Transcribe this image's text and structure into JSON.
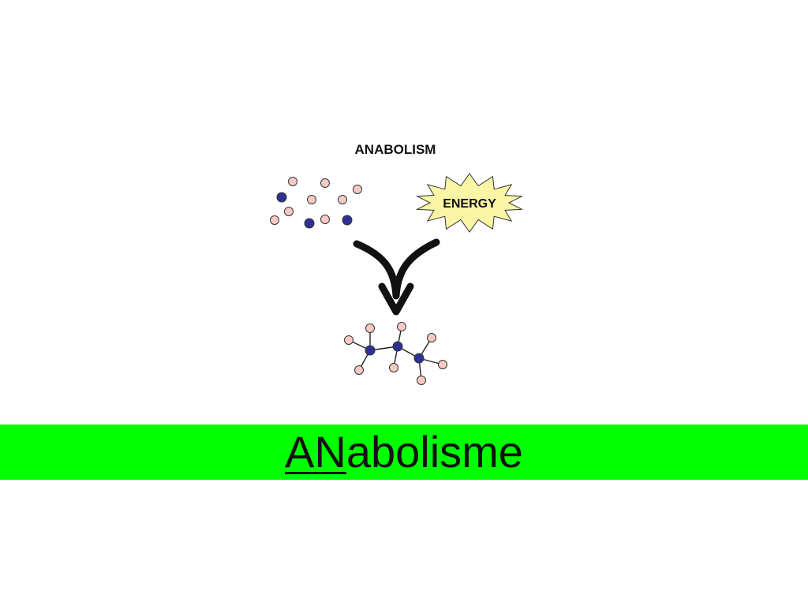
{
  "diagram": {
    "title": "ANABOLISM",
    "energy_label": "ENERGY"
  },
  "colors": {
    "background": "#ffffff",
    "banner": "#00ff00",
    "small_atom_fill": "#f9c9c4",
    "large_atom_fill": "#2e3192",
    "energy_fill": "#fbf6a6",
    "arrow": "#111111"
  },
  "banner": {
    "prefix": "AN",
    "suffix": "abolisme"
  }
}
